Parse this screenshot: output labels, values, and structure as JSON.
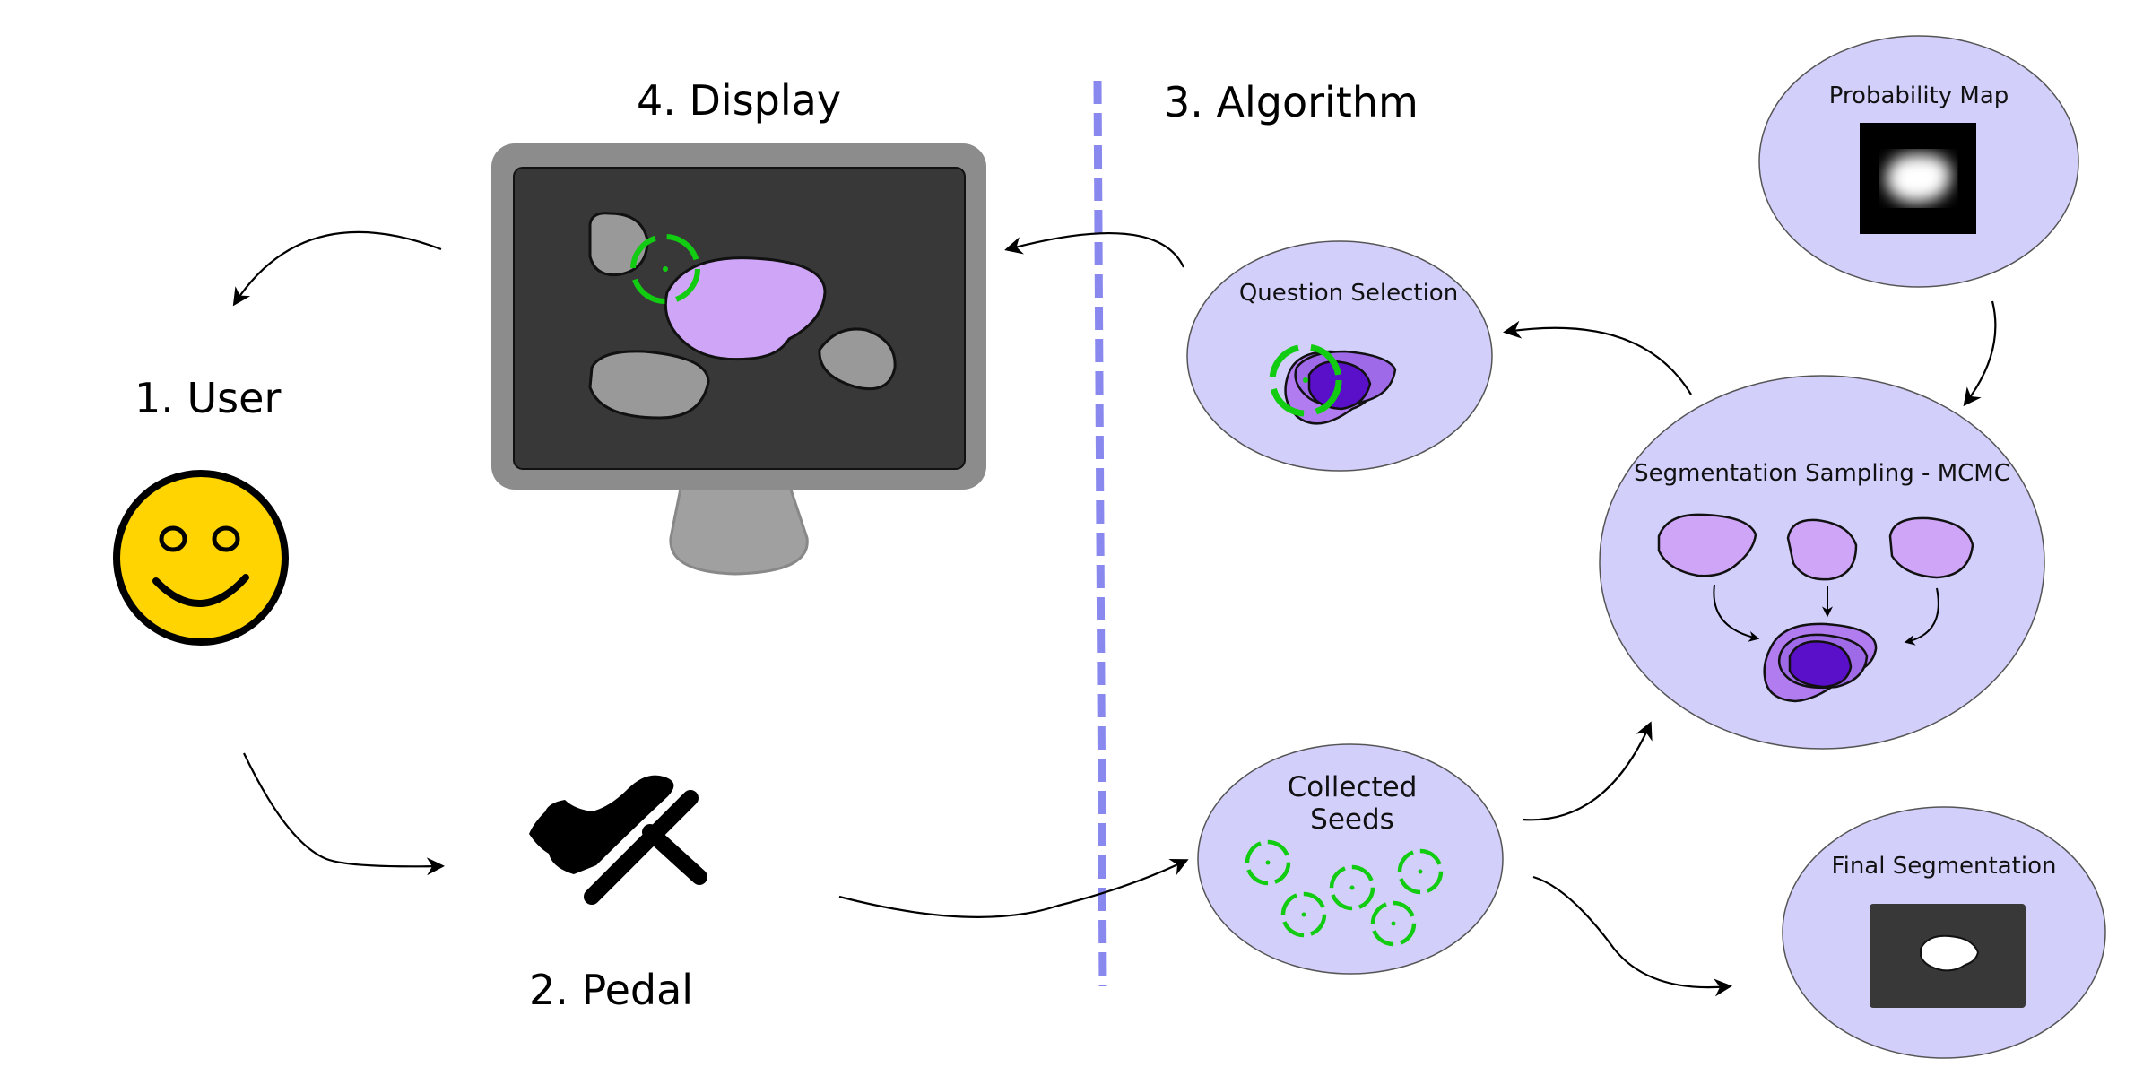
{
  "colors": {
    "node_fill": "#d2cffb",
    "node_stroke": "#555555",
    "purple_light": "#cfa6f7",
    "purple_dark": "#5a10c8",
    "green_seed": "#11cc11",
    "divider": "#8888ee",
    "smiley": "#ffd400",
    "monitor_frame": "#8c8c8c",
    "monitor_screen": "#383838",
    "monitor_stand": "#a0a0a0",
    "blob_gray": "#999999"
  },
  "labels": {
    "user": "1. User",
    "pedal": "2. Pedal",
    "algorithm": "3. Algorithm",
    "display": "4. Display"
  },
  "nodes": {
    "probability_map": "Probability Map",
    "question_selection": "Question Selection",
    "segmentation_sampling": "Segmentation Sampling - MCMC",
    "collected_seeds_line1": "Collected",
    "collected_seeds_line2": "Seeds",
    "final_segmentation": "Final Segmentation"
  },
  "icons": {
    "user": "smiley-face-icon",
    "pedal": "foot-pedal-icon",
    "display": "monitor-icon",
    "seed": "crosshair-target-icon"
  }
}
